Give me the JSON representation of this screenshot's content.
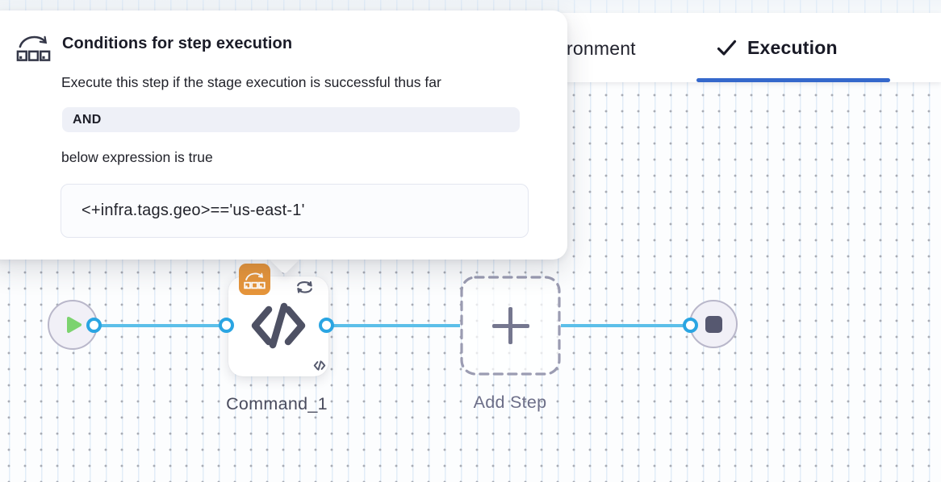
{
  "popover": {
    "icon": "conditional-execution-icon",
    "title": "Conditions for step execution",
    "description": "Execute this step if the stage execution is successful thus far",
    "operator_label": "AND",
    "expression_caption": "below expression is true",
    "expression": "<+infra.tags.geo>=='us-east-1'"
  },
  "tabs": {
    "environment_visible_label": "ronment",
    "execution_label": "Execution",
    "execution_icon": "check-icon",
    "active_tab": "Execution"
  },
  "pipeline": {
    "start_node": {
      "icon": "play-icon"
    },
    "command_step": {
      "label": "Command_1",
      "main_icon": "code-icon",
      "badge_icon": "conditional-execution-icon",
      "loop_icon": "looping-strategy-icon",
      "corner_icon": "code-small-icon"
    },
    "add_step": {
      "label": "Add Step",
      "icon": "plus-icon"
    },
    "end_node": {
      "icon": "stop-icon"
    }
  },
  "colors": {
    "active_tab_underline": "#3568cb",
    "connector_blue": "#5cbfe9",
    "port_blue": "#2aa5e2",
    "node_slate": "#4e5164",
    "badge_orange": "#e6953b",
    "play_green": "#7cd36f",
    "and_badge_bg": "#eef0f7"
  }
}
